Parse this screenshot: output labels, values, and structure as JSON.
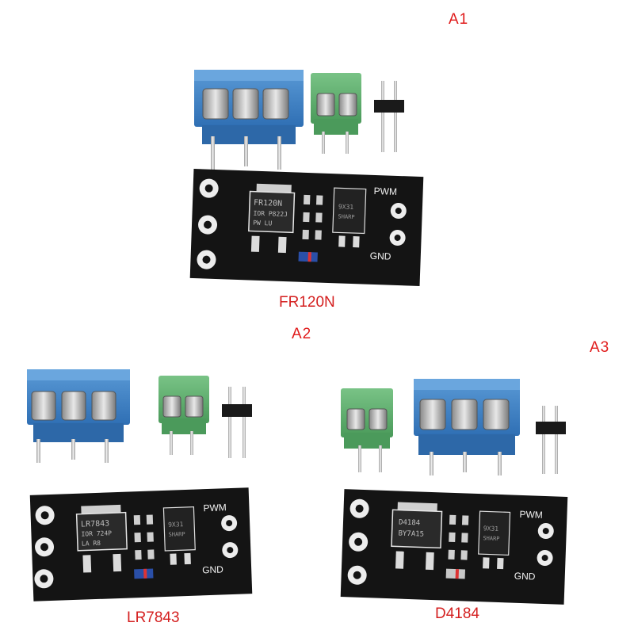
{
  "variants": [
    {
      "id": "a1",
      "title": "A1",
      "caption": "FR120N",
      "mosfet_marking": [
        "FR120N",
        "IOR P822J",
        "PW  LU"
      ],
      "driver_marking": [
        "9X31",
        "SHARP"
      ],
      "pwm_label": "PWM",
      "gnd_label": "GND"
    },
    {
      "id": "a2",
      "title": "A2",
      "caption": "LR7843",
      "mosfet_marking": [
        "LR7843",
        "IOR 724P",
        "LA  R8"
      ],
      "driver_marking": [
        "9X31",
        "SHARP"
      ],
      "pwm_label": "PWM",
      "gnd_label": "GND"
    },
    {
      "id": "a3",
      "title": "A3",
      "caption": "D4184",
      "mosfet_marking": [
        "D4184",
        "BY7A15"
      ],
      "driver_marking": [
        "9X31",
        "SHARP"
      ],
      "pwm_label": "PWM",
      "gnd_label": "GND"
    }
  ],
  "colors": {
    "title_red": "#e01b1b",
    "terminal_blue": "#3a7fc4",
    "terminal_green": "#5fae6e",
    "pcb_black": "#141414",
    "silkscreen": "#f2f2f2"
  }
}
